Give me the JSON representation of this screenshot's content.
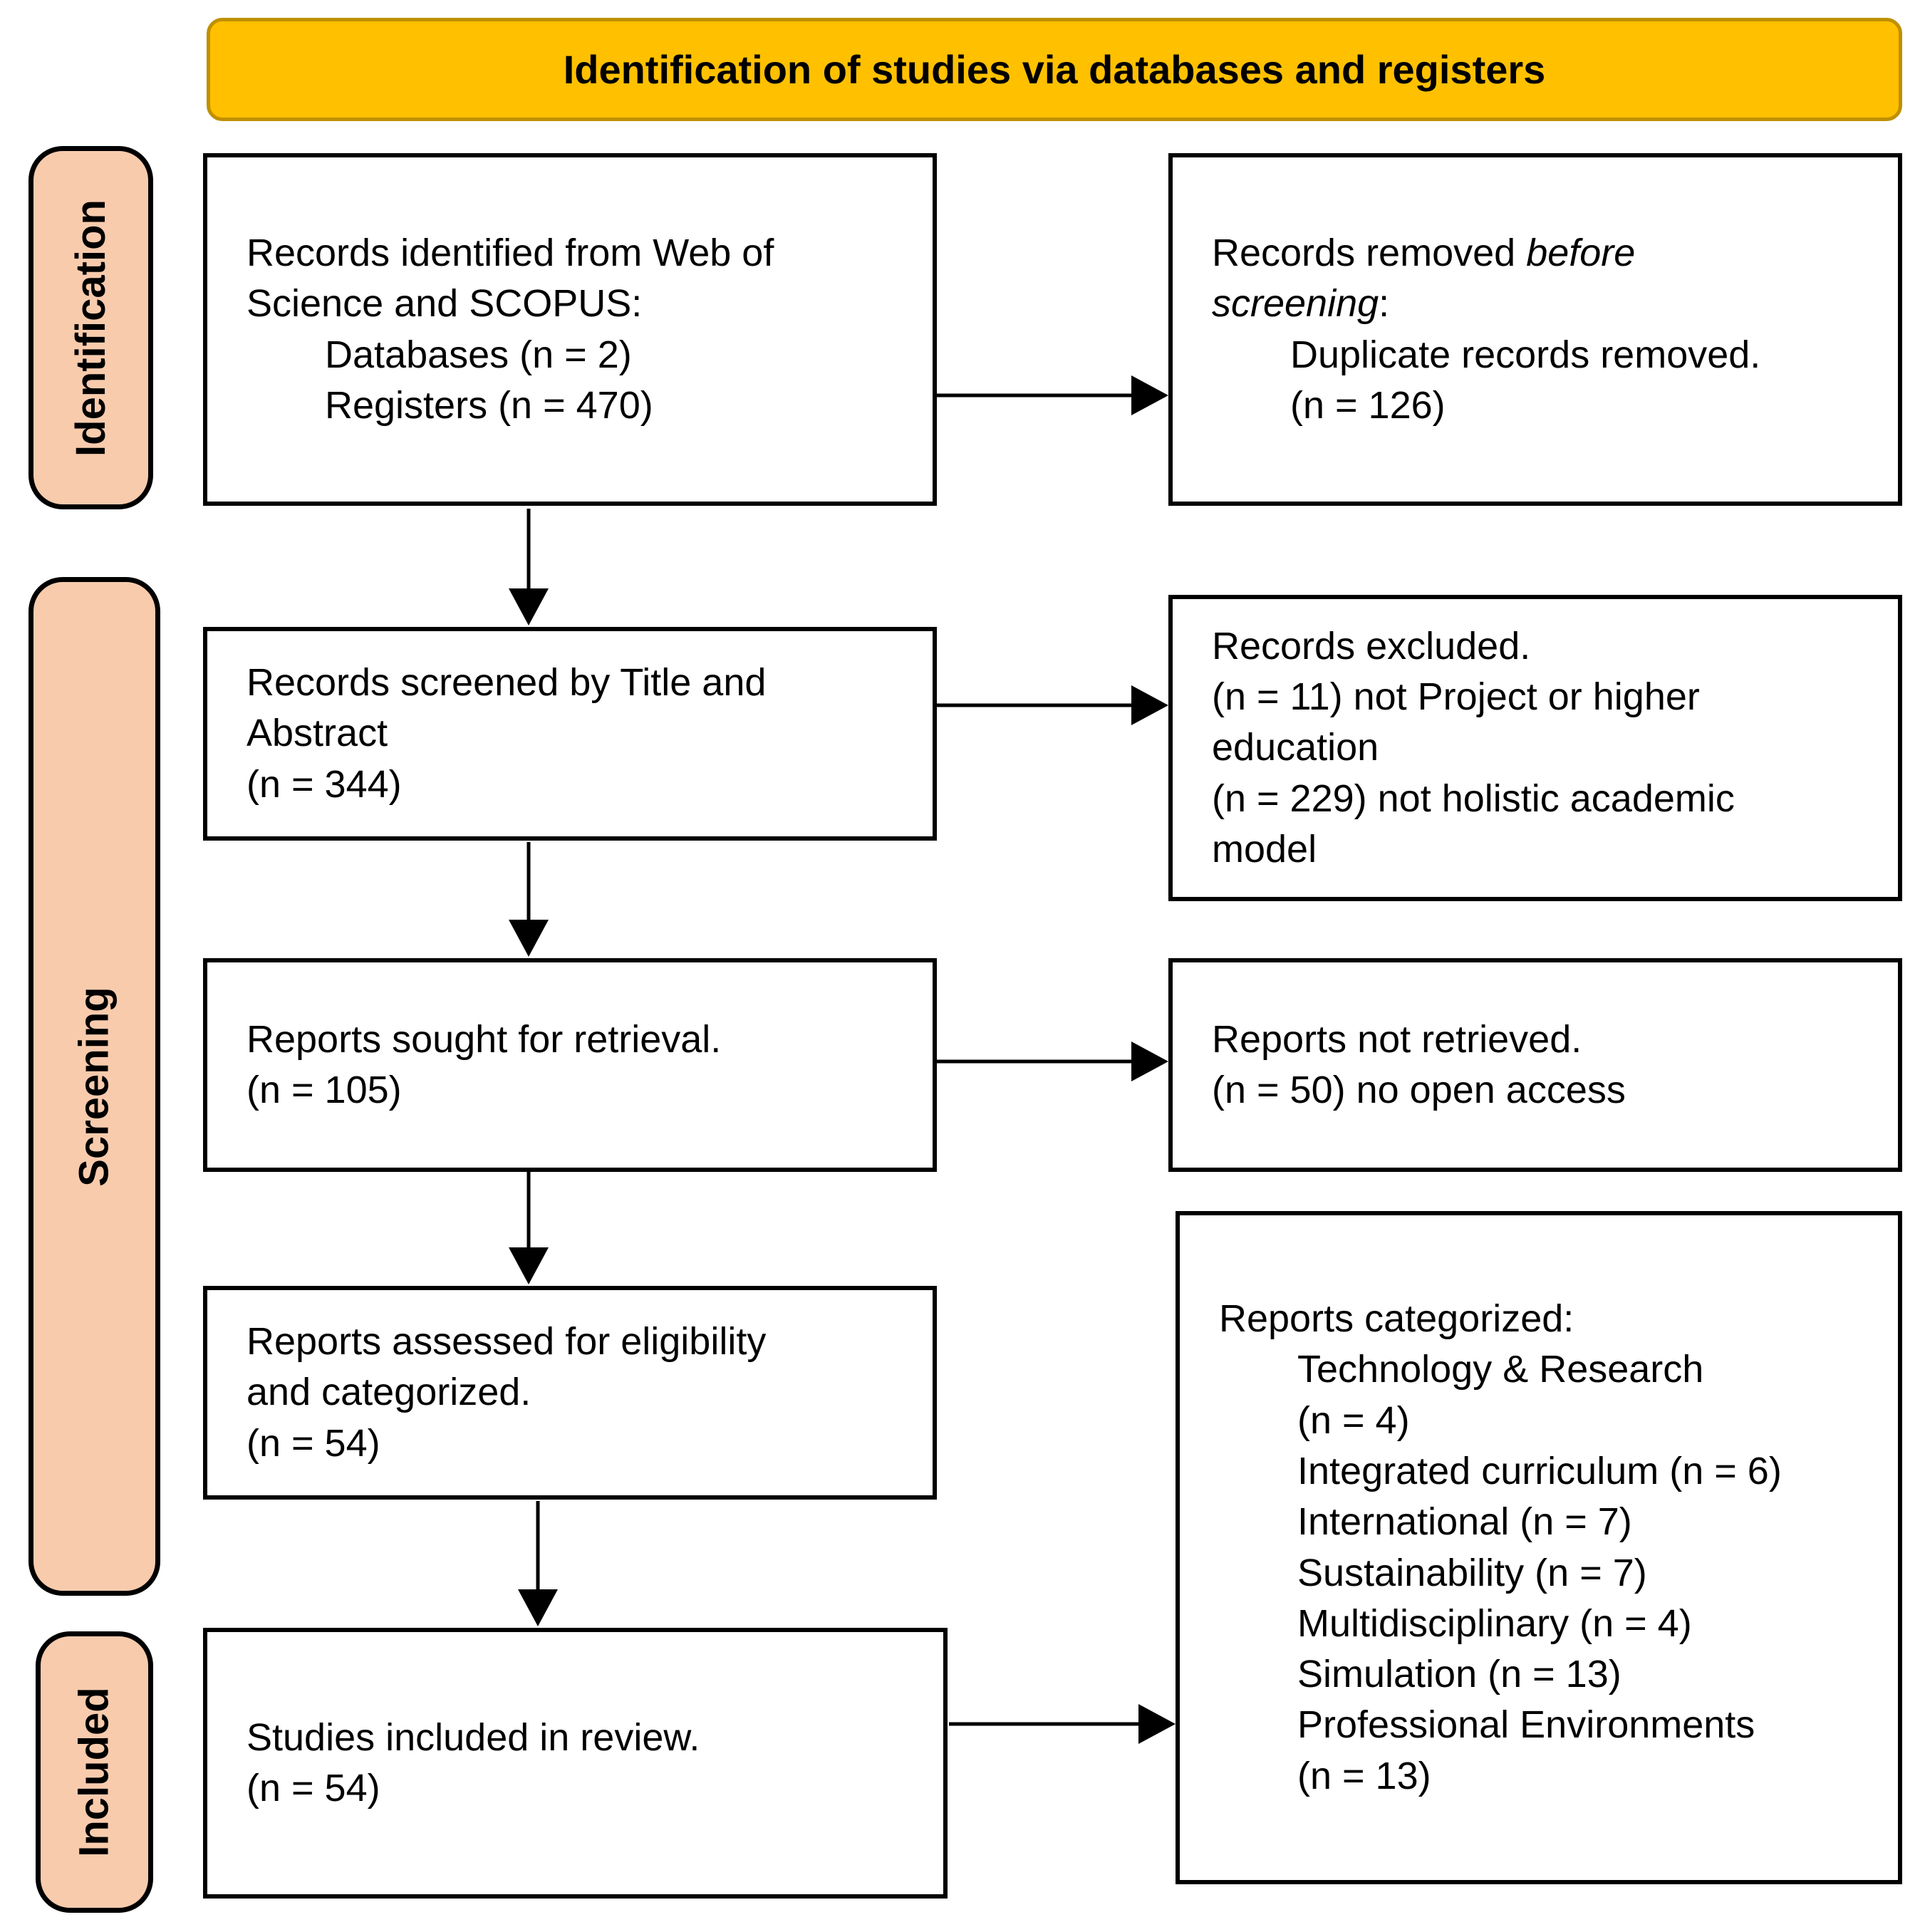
{
  "header": {
    "title": "Identification of studies via databases and registers"
  },
  "sidebar": {
    "identification": "Identification",
    "screening": "Screening",
    "included": "Included"
  },
  "boxes": {
    "records_identified": {
      "lines": [
        "Records identified from Web of",
        "Science and SCOPUS:"
      ],
      "items": [
        "Databases (n = 2)",
        "Registers (n = 470)"
      ]
    },
    "records_removed": {
      "l1_normal": "Records removed ",
      "l1_italic": "before",
      "l2_italic": "screening",
      "l2_normal": ":",
      "items": [
        "Duplicate records removed.",
        "(n = 126)"
      ]
    },
    "records_screened": {
      "lines": [
        "Records screened by Title and",
        "Abstract",
        "(n = 344)"
      ]
    },
    "records_excluded": {
      "lines": [
        "Records excluded.",
        "(n = 11) not Project or higher",
        "education",
        "(n = 229) not holistic academic",
        "model"
      ]
    },
    "reports_sought": {
      "lines": [
        "Reports sought for retrieval.",
        "(n = 105)"
      ]
    },
    "reports_not_retrieved": {
      "lines": [
        "Reports not retrieved.",
        "(n = 50) no open access"
      ]
    },
    "reports_assessed": {
      "lines": [
        "Reports assessed for eligibility",
        "and categorized.",
        "(n = 54)"
      ]
    },
    "reports_categorized": {
      "title": "Reports categorized:",
      "items": [
        "Technology & Research",
        "(n = 4)",
        "Integrated curriculum (n = 6)",
        "International (n = 7)",
        "Sustainability (n = 7)",
        "Multidisciplinary (n = 4)",
        "Simulation (n = 13)",
        "Professional Environments",
        "(n = 13)"
      ]
    },
    "studies_included": {
      "lines": [
        "Studies included in review.",
        "(n = 54)"
      ]
    }
  },
  "colors": {
    "banner_fill": "#FFC000",
    "banner_border": "#BF9000",
    "stage_fill": "#F8CBAD",
    "box_border": "#000000"
  }
}
